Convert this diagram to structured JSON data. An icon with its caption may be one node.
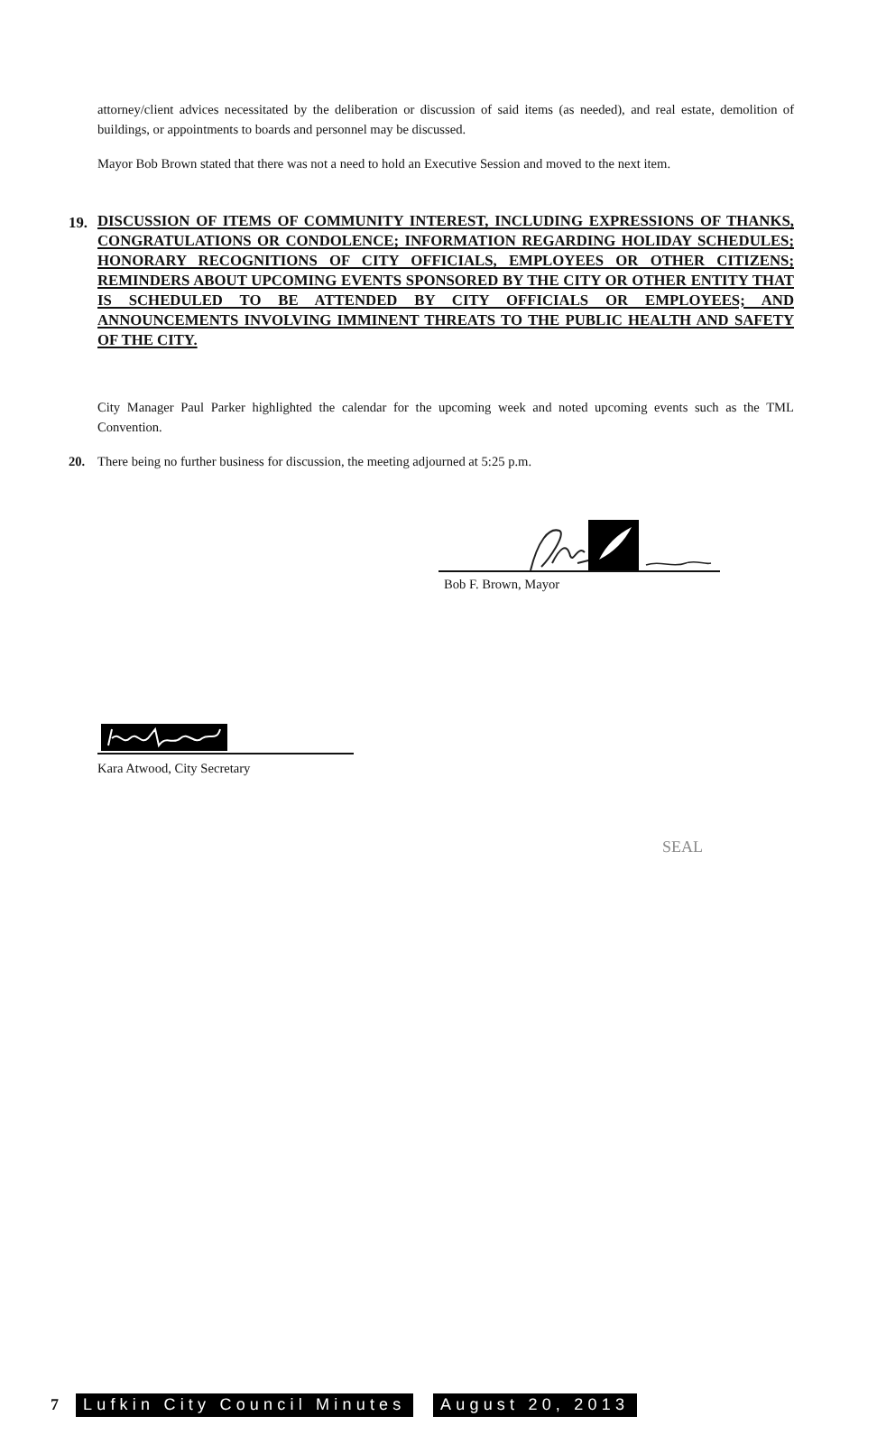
{
  "diagram": {
    "labels": [
      "attorney/client advices necessitated by the deliberation or discussion of said items (as needed), and real estate, demolition of buildings, or appointments to boards and personnel may be discussed.",
      "Mayor Bob Brown stated that there was not a need to hold an Executive Session and moved to the next item.",
      "19.",
      "DISCUSSION OF ITEMS OF COMMUNITY INTEREST, INCLUDING EXPRESSIONS OF THANKS, CONGRATULATIONS OR CONDOLENCE; INFORMATION REGARDING HOLIDAY SCHEDULES; HONORARY RECOGNITIONS OF CITY OFFICIALS, EMPLOYEES OR OTHER CITIZENS; REMINDERS ABOUT UPCOMING EVENTS SPONSORED BY THE CITY OR OTHER ENTITY THAT IS SCHEDULED TO BE ATTENDED BY CITY OFFICIALS OR EMPLOYEES; AND ANNOUNCEMENTS INVOLVING IMMINENT THREATS TO THE PUBLIC HEALTH AND SAFETY OF THE CITY.",
      "City Manager Paul Parker highlighted the calendar for the upcoming week and noted upcoming events such as the TML Convention.",
      "20.",
      "There being no further business for discussion, the meeting adjourned at 5:25 p.m.",
      "Bob F. Brown, Mayor",
      "Kara Atwood, City Secretary",
      "SEAL",
      "7",
      "Lufkin City Council Minutes",
      "August 20, 2013"
    ]
  }
}
